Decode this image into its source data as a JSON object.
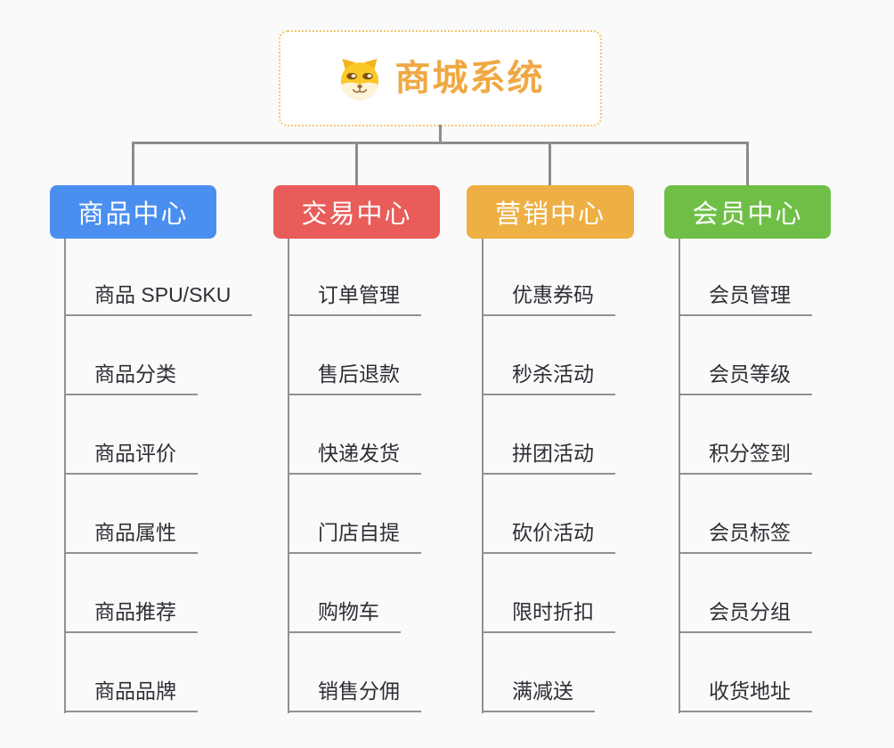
{
  "canvas": {
    "background": "#fafafa",
    "connector_color": "#8c8c8c",
    "underline_color": "#919191"
  },
  "root": {
    "title": "商城系统",
    "icon": "doge-icon",
    "accent_color": "#f0a843",
    "border_color": "#f5c672",
    "background": "#ffffff"
  },
  "branches": [
    {
      "label": "商品中心",
      "color": "#4a8ff0",
      "items": [
        "商品 SPU/SKU",
        "商品分类",
        "商品评价",
        "商品属性",
        "商品推荐",
        "商品品牌"
      ]
    },
    {
      "label": "交易中心",
      "color": "#e85c5a",
      "items": [
        "订单管理",
        "售后退款",
        "快递发货",
        "门店自提",
        "购物车",
        "销售分佣"
      ]
    },
    {
      "label": "营销中心",
      "color": "#eeb044",
      "items": [
        "优惠券码",
        "秒杀活动",
        "拼团活动",
        "砍价活动",
        "限时折扣",
        "满减送"
      ]
    },
    {
      "label": "会员中心",
      "color": "#6fbf47",
      "items": [
        "会员管理",
        "会员等级",
        "积分签到",
        "会员标签",
        "会员分组",
        "收货地址"
      ]
    }
  ]
}
